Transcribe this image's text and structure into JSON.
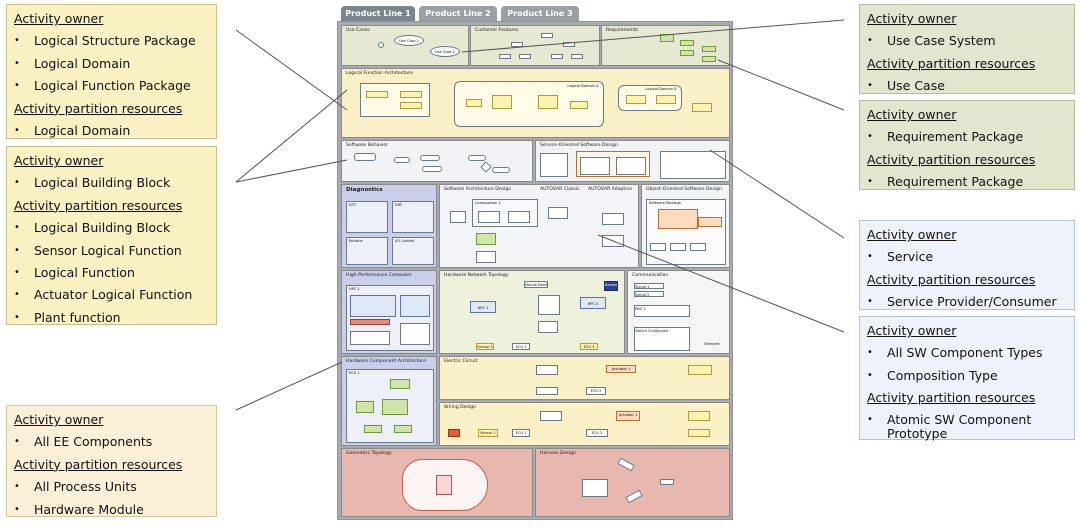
{
  "tabs": [
    "Product Line 1",
    "Product Line 2",
    "Product Line 3"
  ],
  "panels": {
    "use_cases": "Use Cases",
    "customer_features": "Customer Features",
    "requirements": "Requirements",
    "logical_function_architecture": "Logical Function Architecture",
    "software_behavior": "Software Behavior",
    "service_oriented_sw_design": "Service-Oriented Software Design",
    "diagnostics": "Diagnostics",
    "software_architecture_design": "Software Architecture Design",
    "autosar_classic": "AUTOSAR Classic",
    "autosar_adaptive": "AUTOSAR Adaptive",
    "object_oriented_sw_design": "Object-Oriented Software Design",
    "high_performance_computer": "High-Performance Computer",
    "hardware_network_topology": "Hardware Network Topology",
    "communication": "Communication",
    "hardware_component_architecture": "Hardware Component Architecture",
    "electric_circuit": "Electric Circuit",
    "wiring_design": "Wiring Design",
    "geometric_topology": "Geometric Topology",
    "harness_design": "Harness Design"
  },
  "mini_labels": {
    "use_case_1": "Use Case 1",
    "use_case_2": "Use Case 2",
    "logical_domain_a": "Logical Domain A",
    "logical_domain_b": "Logical Domain B",
    "dtc": "DTC",
    "did": "DID",
    "routine": "Routine",
    "io_control": "I/O Control",
    "composition_1": "Composition 1",
    "hpc_1": "HPC 1",
    "hpc_2": "HPC 2",
    "ecu_1": "ECU 1",
    "ecu_2": "ECU 2",
    "ecu_3": "ECU 3",
    "sensor_1": "Sensor 1",
    "actuator_1": "Actuator 1",
    "mobile_device": "Mobile Device",
    "backend": "Backend",
    "software_package": "Software Package",
    "signal_1": "Signal 1",
    "signal_2": "Signal 2",
    "pdu_1": "PDU 1",
    "switch_config": "Switch Configurati",
    "ethernet": "Ethernet"
  },
  "callouts": {
    "logical_function_arch": {
      "owner_heading": "Activity owner",
      "owners": [
        "Logical Structure Package",
        "Logical Domain",
        "Logical Function Package"
      ],
      "resources_heading": "Activity partition resources",
      "resources": [
        "Logical Domain"
      ]
    },
    "software_behavior": {
      "owner_heading": "Activity owner",
      "owners": [
        "Logical Building Block"
      ],
      "resources_heading": "Activity partition resources",
      "resources": [
        "Logical Building Block",
        "Sensor Logical Function",
        "Logical Function",
        "Actuator Logical Function",
        "Plant function"
      ]
    },
    "hardware_component": {
      "owner_heading": "Activity owner",
      "owners": [
        "All EE Components"
      ],
      "resources_heading": "Activity partition resources",
      "resources": [
        "All Process Units",
        "Hardware Module"
      ]
    },
    "use_cases": {
      "owner_heading": "Activity owner",
      "owners": [
        "Use Case System"
      ],
      "resources_heading": "Activity partition resources",
      "resources": [
        "Use Case"
      ]
    },
    "requirements": {
      "owner_heading": "Activity owner",
      "owners": [
        "Requirement Package"
      ],
      "resources_heading": "Activity partition resources",
      "resources": [
        "Requirement Package"
      ]
    },
    "service": {
      "owner_heading": "Activity owner",
      "owners": [
        "Service"
      ],
      "resources_heading": "Activity partition resources",
      "resources": [
        "Service Provider/Consumer"
      ]
    },
    "sw_components": {
      "owner_heading": "Activity owner",
      "owners": [
        "All SW Component Types",
        "Composition Type"
      ],
      "resources_heading": "Activity partition resources",
      "resources": [
        "Atomic SW Component Prototype"
      ]
    }
  }
}
